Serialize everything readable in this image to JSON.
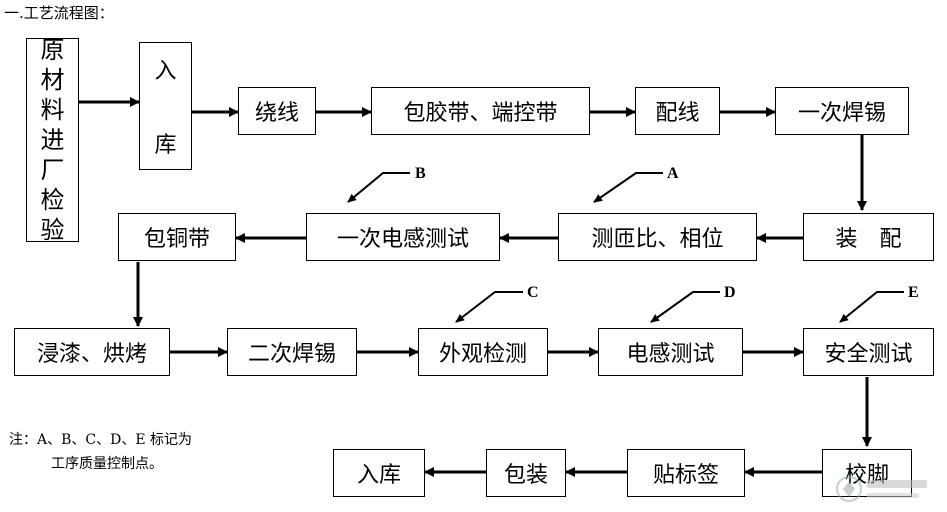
{
  "title": "一.工艺流程图：",
  "boxes": {
    "raw": [
      "原",
      "材",
      "料",
      "进",
      "厂",
      "检",
      "验"
    ],
    "ruku1": [
      "入",
      "库"
    ],
    "raoxian": "绕线",
    "baojiaodai": "包胶带、端控带",
    "peixian": "配线",
    "hanxi1": "一次焊锡",
    "zhuangpei": "装　配",
    "xiangwei": "测匝比、相位",
    "diangan1": "一次电感测试",
    "baotong": "包铜带",
    "jinqi": "浸漆、烘烤",
    "hanxi2": "二次焊锡",
    "waiguan": "外观检测",
    "diangan2": "电感测试",
    "anquan": "安全测试",
    "jiaopai": "校脚",
    "tiebiao": "贴标签",
    "baozhuang": "包装",
    "ruku2": "入库"
  },
  "checkpoints": {
    "a": "A",
    "b": "B",
    "c": "C",
    "d": "D",
    "e": "E"
  },
  "note": {
    "line1": "注：A、B、C、D、E 标记为",
    "line2": "工序质量控制点。"
  }
}
